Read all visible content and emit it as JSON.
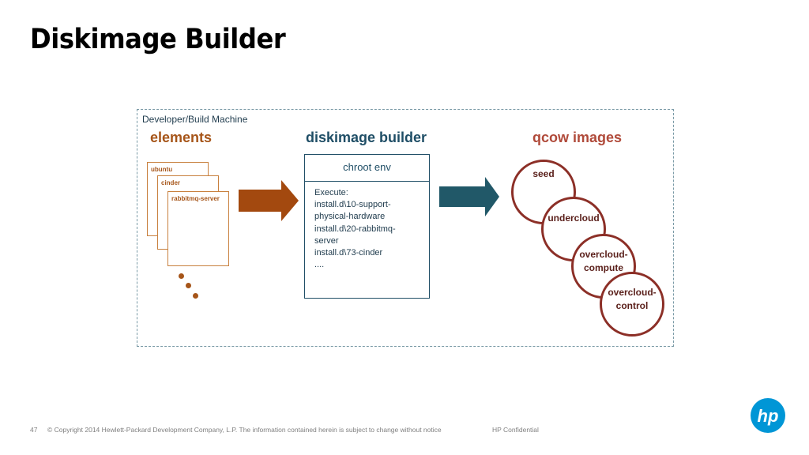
{
  "slide": {
    "title": "Diskimage Builder"
  },
  "diagram": {
    "machine_label": "Developer/Build Machine",
    "headers": {
      "elements": "elements",
      "builder": "diskimage builder",
      "qcow": "qcow images"
    },
    "element_pages": [
      "ubuntu",
      "cinder",
      "rabbitmq-server"
    ],
    "chroot": {
      "title": "chroot env",
      "body": "Execute:\ninstall.d\\10-support-\nphysical-hardware\ninstall.d\\20-rabbitmq-\nserver\ninstall.d\\73-cinder\n...."
    },
    "images": [
      "seed",
      "undercloud",
      "overcloud-\ncompute",
      "overcloud-\ncontrol"
    ]
  },
  "footer": {
    "page_number": "47",
    "copyright": "© Copyright 2014 Hewlett-Packard Development Company, L.P.  The information contained herein is subject to change without notice",
    "confidential": "HP Confidential"
  },
  "logo": {
    "text": "hp"
  },
  "colors": {
    "elements": "#a65519",
    "builder": "#1f4e66",
    "qcow": "#b04a3a",
    "circle_border": "#8c2f27",
    "logo": "#0096d6"
  }
}
